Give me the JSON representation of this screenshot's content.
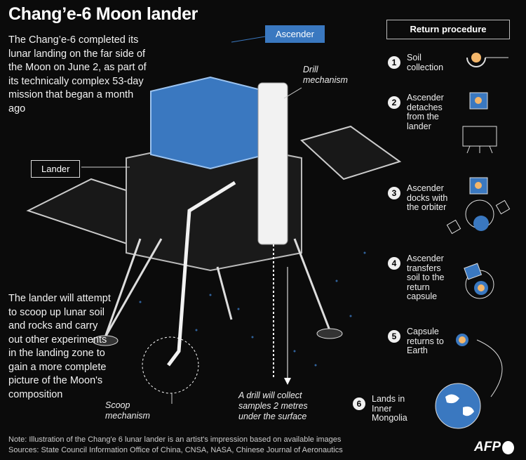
{
  "title": "Chang’e-6 Moon lander",
  "intro": "The Chang’e-6 completed its lunar landing on the far side of the Moon on June 2, as part of its technically complex 53-day mission that began a month ago",
  "left_text": "The lander will attempt to scoop up lunar soil and rocks and carry out other experiments in the landing zone to gain a more complete picture of the Moon's composition",
  "labels": {
    "ascender": "Ascender",
    "lander": "Lander",
    "drill": "Drill mechanism",
    "scoop": "Scoop mechanism",
    "drill_note": "A drill will collect samples 2 metres under the surface"
  },
  "return_procedure": {
    "title": "Return procedure",
    "steps": [
      {
        "num": "1",
        "text": "Soil collection"
      },
      {
        "num": "2",
        "text": "Ascender detaches from the lander"
      },
      {
        "num": "3",
        "text": "Ascender docks with the orbiter"
      },
      {
        "num": "4",
        "text": "Ascender transfers soil to the return capsule"
      },
      {
        "num": "5",
        "text": "Capsule returns to Earth"
      },
      {
        "num": "6",
        "text": "Lands in Inner Mongolia"
      }
    ]
  },
  "footer": {
    "note": "Note: Illustration of the Chang'e 6 lunar lander is an artist's impression based on available images",
    "sources": "Sources: State Council Information Office of China, CNSA, NASA, Chinese Journal of Aeronautics",
    "logo": "AFP"
  },
  "colors": {
    "background": "#0b0b0b",
    "accent_blue": "#3a78c0",
    "sample_orange": "#f4b66a"
  }
}
